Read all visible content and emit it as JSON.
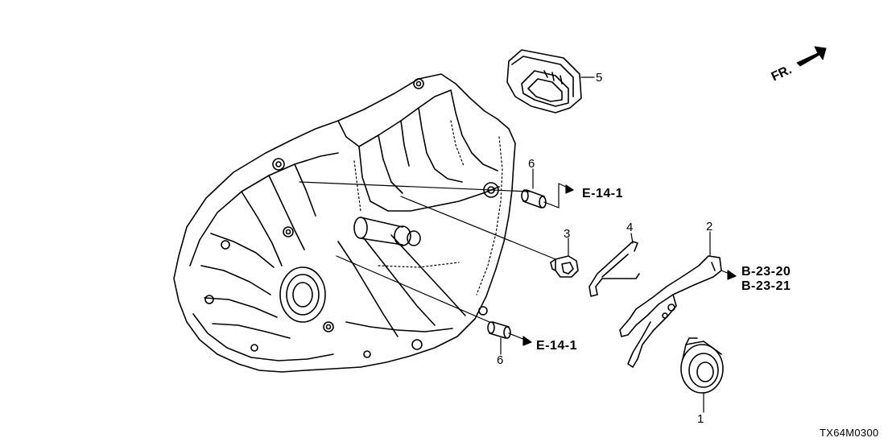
{
  "callouts": [
    {
      "id": "1",
      "label": "1"
    },
    {
      "id": "2",
      "label": "2"
    },
    {
      "id": "3",
      "label": "3"
    },
    {
      "id": "4",
      "label": "4"
    },
    {
      "id": "5",
      "label": "5"
    },
    {
      "id": "6a",
      "label": "6"
    },
    {
      "id": "6b",
      "label": "6"
    }
  ],
  "references": {
    "e14_upper": "E-14-1",
    "e14_lower": "E-14-1",
    "b23_20": "B-23-20",
    "b23_21": "B-23-21"
  },
  "direction_marker": {
    "label": "FR.",
    "icon": "front-direction-arrow-icon"
  },
  "diagram_code": "TX64M0300"
}
